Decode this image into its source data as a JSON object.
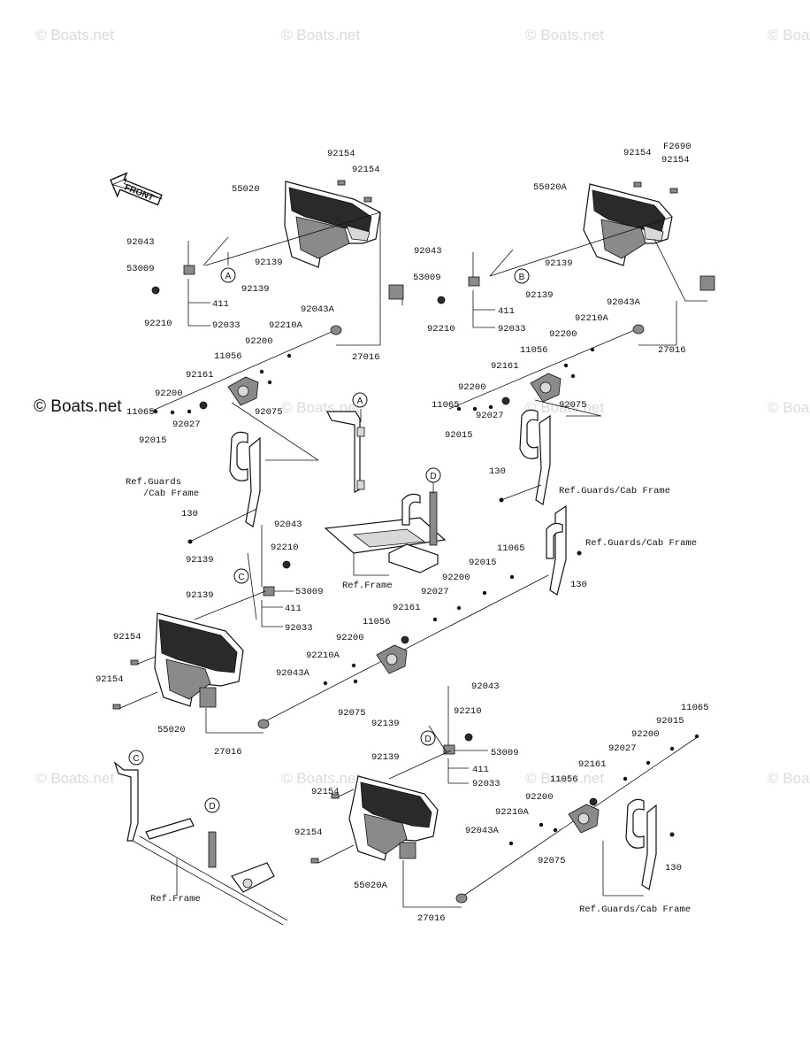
{
  "watermark": "© Boats.net",
  "front_label": "FRONT",
  "ref_labels": {
    "guards_cab_frame": "Ref.Guards/Cab Frame",
    "guards_cab_frame_split_1": "Ref.Guards",
    "guards_cab_frame_split_2": "/Cab Frame",
    "frame": "Ref.Frame"
  },
  "circle_markers": [
    "A",
    "B",
    "C",
    "D"
  ],
  "assembly_top_left": {
    "labels": [
      "92154",
      "92154",
      "55020",
      "92043",
      "92139",
      "53009",
      "92139",
      "411",
      "92210",
      "92033",
      "92043A",
      "92210A",
      "27016",
      "92200",
      "11056",
      "92161",
      "92075",
      "92200",
      "11065",
      "92027",
      "92015",
      "130"
    ]
  },
  "assembly_top_right": {
    "labels": [
      "92154",
      "F2690",
      "92154",
      "55020A",
      "92043",
      "92139",
      "53009",
      "92139",
      "411",
      "92210",
      "92033",
      "92043A",
      "92210A",
      "27016",
      "92200",
      "11056",
      "92161",
      "92075",
      "92200",
      "11065",
      "92027",
      "92015",
      "130"
    ]
  },
  "assembly_mid_left": {
    "labels": [
      "92043",
      "92210",
      "92139",
      "53009",
      "92139",
      "411",
      "92033",
      "92154",
      "92154",
      "55020",
      "27016",
      "92043A",
      "92210A",
      "92200",
      "92075",
      "11056",
      "92161",
      "92027",
      "92200",
      "92015",
      "11065",
      "130"
    ]
  },
  "assembly_bottom_right": {
    "labels": [
      "92043",
      "92210",
      "92139",
      "53009",
      "92139",
      "411",
      "92033",
      "92154",
      "92154",
      "55020A",
      "27016",
      "92043A",
      "92210A",
      "92200",
      "92075",
      "11056",
      "92161",
      "92027",
      "92200",
      "92015",
      "11065",
      "130"
    ]
  }
}
